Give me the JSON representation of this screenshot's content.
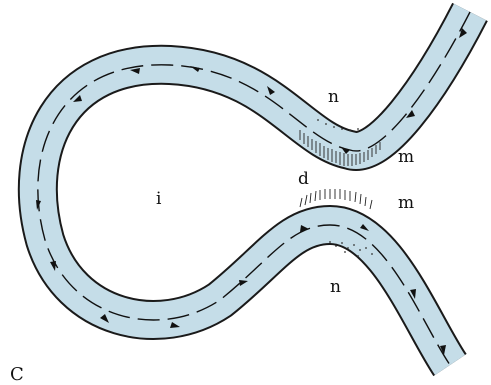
{
  "colors": {
    "water": "#c5dde8",
    "bank": "#1a1a1a",
    "arrow": "#111111",
    "hatch": "#222222",
    "background": "#ffffff"
  },
  "labels": {
    "n_top": "n",
    "m_top": "m",
    "d": "d",
    "m_bottom": "m",
    "i": "i",
    "n_bottom": "n",
    "panel": "C"
  }
}
